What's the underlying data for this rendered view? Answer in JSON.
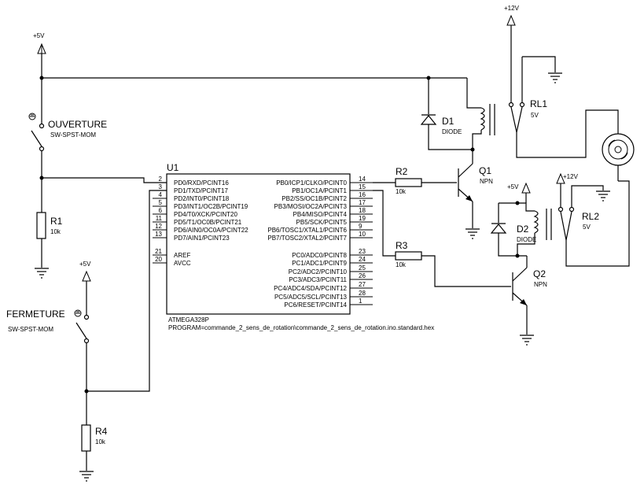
{
  "power": {
    "p5v_top": "+5V",
    "p5v_mid": "+5V",
    "p5v_right": "+5V",
    "p12v_top": "+12V",
    "p12v_right": "+12V"
  },
  "switches": {
    "ouverture_name": "OUVERTURE",
    "ouverture_type": "SW-SPST-MOM",
    "fermeture_name": "FERMETURE",
    "fermeture_type": "SW-SPST-MOM"
  },
  "resistors": {
    "r1_name": "R1",
    "r1_value": "10k",
    "r2_name": "R2",
    "r2_value": "10k",
    "r3_name": "R3",
    "r3_value": "10k",
    "r4_name": "R4",
    "r4_value": "10k"
  },
  "diodes": {
    "d1_name": "D1",
    "d1_type": "DIODE",
    "d2_name": "D2",
    "d2_type": "DIODE"
  },
  "transistors": {
    "q1_name": "Q1",
    "q1_type": "NPN",
    "q2_name": "Q2",
    "q2_type": "NPN"
  },
  "relays": {
    "rl1_name": "RL1",
    "rl1_value": "5V",
    "rl2_name": "RL2",
    "rl2_value": "5V"
  },
  "mcu": {
    "ref": "U1",
    "part": "ATMEGA328P",
    "program": "PROGRAM=commande_2_sens_de_rotation\\commande_2_sens_de_rotation.ino.standard.hex",
    "left_pins": [
      {
        "num": "2",
        "name": "PD0/RXD/PCINT16"
      },
      {
        "num": "3",
        "name": "PD1/TXD/PCINT17"
      },
      {
        "num": "4",
        "name": "PD2/INT0/PCINT18"
      },
      {
        "num": "5",
        "name": "PD3/INT1/OC2B/PCINT19"
      },
      {
        "num": "6",
        "name": "PD4/T0/XCK/PCINT20"
      },
      {
        "num": "11",
        "name": "PD5/T1/OC0B/PCINT21"
      },
      {
        "num": "12",
        "name": "PD6/AIN0/OC0A/PCINT22"
      },
      {
        "num": "13",
        "name": "PD7/AIN1/PCINT23"
      },
      {
        "num": "21",
        "name": "AREF"
      },
      {
        "num": "20",
        "name": "AVCC"
      }
    ],
    "right_pins": [
      {
        "num": "14",
        "name": "PB0/ICP1/CLKO/PCINT0"
      },
      {
        "num": "15",
        "name": "PB1/OC1A/PCINT1"
      },
      {
        "num": "16",
        "name": "PB2/SS/OC1B/PCINT2"
      },
      {
        "num": "17",
        "name": "PB3/MOSI/OC2A/PCINT3"
      },
      {
        "num": "18",
        "name": "PB4/MISO/PCINT4"
      },
      {
        "num": "19",
        "name": "PB5/SCK/PCINT5"
      },
      {
        "num": "9",
        "name": "PB6/TOSC1/XTAL1/PCINT6"
      },
      {
        "num": "10",
        "name": "PB7/TOSC2/XTAL2/PCINT7"
      },
      {
        "num": "23",
        "name": "PC0/ADC0/PCINT8"
      },
      {
        "num": "24",
        "name": "PC1/ADC1/PCINT9"
      },
      {
        "num": "25",
        "name": "PC2/ADC2/PCINT10"
      },
      {
        "num": "26",
        "name": "PC3/ADC3/PCINT11"
      },
      {
        "num": "27",
        "name": "PC4/ADC4/SDA/PCINT12"
      },
      {
        "num": "28",
        "name": "PC5/ADC5/SCL/PCINT13"
      },
      {
        "num": "1",
        "name": "PC6/RESET/PCINT14"
      }
    ]
  }
}
